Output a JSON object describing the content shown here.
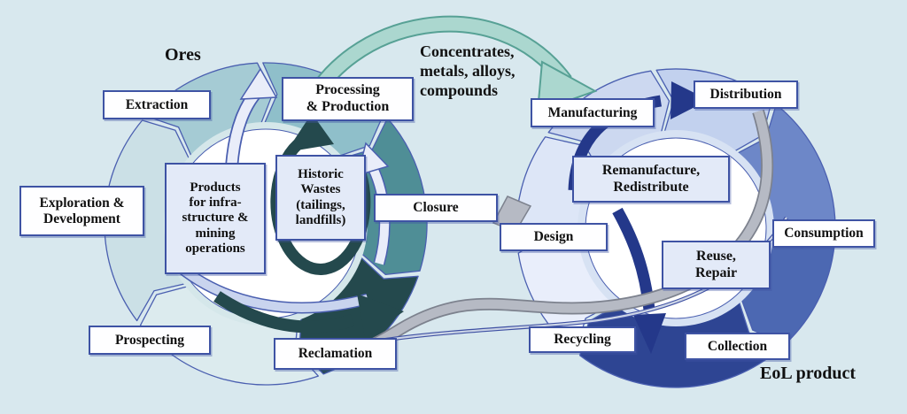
{
  "title": "Mining life cycle and circular economy diagram",
  "labels": {
    "ores": "Ores",
    "concentrates": "Concentrates,\nmetals, alloys,\ncompounds",
    "eol": "EoL product"
  },
  "left_cycle": {
    "name": "mining-life-cycle",
    "boxes": {
      "extraction": "Extraction",
      "exploration": "Exploration &\nDevelopment",
      "prospecting": "Prospecting",
      "products": "Products\nfor infra-\nstructure &\nmining\noperations",
      "processing": "Processing\n& Production",
      "historic_wastes": "Historic\nWastes\n(tailings,\nlandfills)",
      "closure": "Closure",
      "reclamation": "Reclamation"
    }
  },
  "right_cycle": {
    "name": "circular-economy-cycle",
    "boxes": {
      "manufacturing": "Manufacturing",
      "distribution": "Distribution",
      "remanufacture": "Remanufacture,\nRedistribute",
      "design": "Design",
      "reuse": "Reuse,\nRepair",
      "consumption": "Consumption",
      "recycling": "Recycling",
      "collection": "Collection"
    }
  },
  "palette": {
    "background": "#d8e8ee",
    "box_border": "#3e53a4",
    "box_white": "#fefeff",
    "box_light": "#e3eaf8",
    "text": "#111111",
    "ring_outline": "#4a5fb0",
    "left_teal_top": "#a5cbd4",
    "left_teal_processing": "#8fbfca",
    "left_teal_dark": "#4f8e96",
    "left_slate": "#24494d",
    "left_pale": "#dcebee",
    "left_light": "#cbe0e6",
    "left_gap_ring": "#d5e7ea",
    "right_periwinkle_manufacturing": "#ccd8f0",
    "right_periwinkle_distribution": "#c2d1ee",
    "right_blue_consumption": "#6d87c8",
    "right_blue_collection": "#4c68b2",
    "right_navy_recycling": "#2e4593",
    "right_pale_design": "#e9eefb",
    "right_pale_design2": "#dde6f7",
    "right_gap_ring": "#d7e2f3",
    "white_center": "#ffffff",
    "teal_arrow_fill": "#abd7cf",
    "teal_arrow_edge": "#57a195",
    "navy_arrow": "#24388a",
    "gray_band_fill": "#b6bac4",
    "gray_band_edge": "#7d828e",
    "lavender_arrow_fill": "#e9edf9",
    "periwinkle_band": "#c9d4ee",
    "swoosh_edge": "#3f51a3",
    "swoosh_fill": "#ccd5e6"
  }
}
